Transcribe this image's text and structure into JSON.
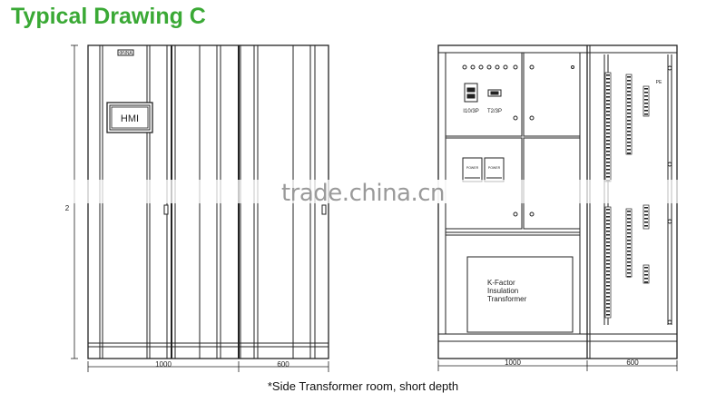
{
  "title": "Typical Drawing C",
  "caption": "*Side Transformer room, short depth",
  "watermark": "trade.china.cn",
  "colors": {
    "title": "#3aa935",
    "line": "#222222",
    "watermark": "#9a9a9a"
  },
  "front_view": {
    "nameplate": "ΦNNA",
    "hmi_label": "HMI",
    "height_mark": "2",
    "dim_main": "1000",
    "dim_side": "600"
  },
  "internal_view": {
    "breaker_1": "Ⅰ10/3P",
    "breaker_2": "T2/3P",
    "module_1": "POWER",
    "module_2": "POWER",
    "pe_label": "PE",
    "transformer_line1": "K-Factor",
    "transformer_line2": "Insulation",
    "transformer_line3": "Transformer",
    "dim_main": "1000",
    "dim_side": "600"
  }
}
